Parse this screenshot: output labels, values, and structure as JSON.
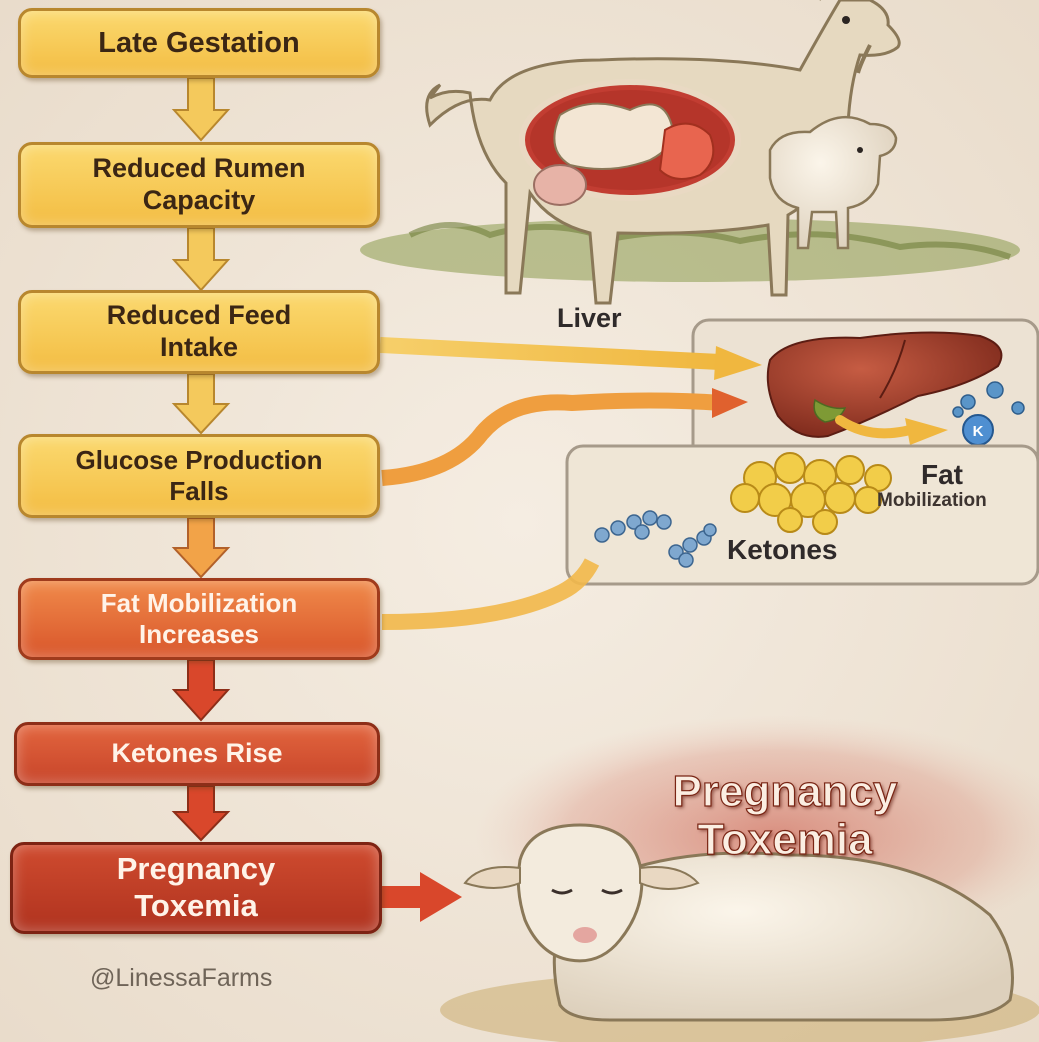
{
  "flow_steps": [
    {
      "line1": "Late Gestation",
      "line2": ""
    },
    {
      "line1": "Reduced Rumen",
      "line2": "Capacity"
    },
    {
      "line1": "Reduced Feed",
      "line2": "Intake"
    },
    {
      "line1": "Glucose Production",
      "line2": "Falls"
    },
    {
      "line1": "Fat Mobilization",
      "line2": "Increases"
    },
    {
      "line1": "Ketones Rise",
      "line2": ""
    },
    {
      "line1": "Pregnancy",
      "line2": "Toxemia"
    }
  ],
  "labels": {
    "liver": "Liver",
    "fat": "Fat",
    "mobilization": "Mobilization",
    "ketones": "Ketones",
    "ketone_symbol": "K"
  },
  "outcome": {
    "line1": "Pregnancy",
    "line2": "Toxemia"
  },
  "credit": "@LinessaFarms",
  "colors": {
    "background": "#f1e8db",
    "yellow_box": "#f6c855",
    "orange_box": "#e5703c",
    "red_box": "#c0392b",
    "arrow_yellow": "#f2c04a",
    "arrow_red": "#d9472b"
  }
}
